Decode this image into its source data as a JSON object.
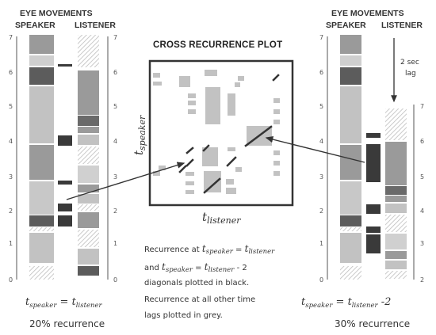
{
  "left_panel": {
    "header_line1": "EYE MOVEMENTS",
    "header_speaker": "SPEAKER",
    "header_listener": "LISTENER",
    "axis_ticks": [
      "0",
      "1",
      "2",
      "3",
      "4",
      "5",
      "6",
      "7"
    ],
    "equation": {
      "t1": "t",
      "s1": "speaker",
      "eq": " = ",
      "t2": "t",
      "s2": "listener"
    },
    "recurrence": "20% recurrence"
  },
  "center_panel": {
    "title": "CROSS RECURRENCE PLOT",
    "y_label_t": "t",
    "y_label_sub": "speaker",
    "x_label_t": "t",
    "x_label_sub": "listener",
    "desc": {
      "l1_a": "Recurrence at ",
      "l1_t1": "t",
      "l1_s1": "speaker",
      "l1_eq": " = ",
      "l1_t2": "t",
      "l1_s2": "listener",
      "l2_a": "and ",
      "l2_t1": "t",
      "l2_s1": "speaker",
      "l2_eq": " = ",
      "l2_t2": "t",
      "l2_s2": "listener",
      "l2_end": " - 2",
      "l3": "diagonals plotted in black.",
      "l4": "Recurrence at all other time",
      "l5": "lags plotted in grey."
    }
  },
  "right_panel": {
    "header_line1": "EYE MOVEMENTS",
    "header_speaker": "SPEAKER",
    "header_listener": "LISTENER",
    "lag_line1": "2 sec",
    "lag_line2": "lag",
    "speaker_ticks": [
      "0",
      "1",
      "2",
      "3",
      "4",
      "5",
      "6",
      "7"
    ],
    "listener_ticks": [
      "2",
      "3",
      "4",
      "5",
      "6",
      "7"
    ],
    "equation": {
      "t1": "t",
      "s1": "speaker",
      "eq": " = ",
      "t2": "t",
      "s2": "listener",
      "end": " -2"
    },
    "recurrence": "30% recurrence"
  },
  "colors": {
    "black": "#3a3a3a",
    "dark_grey": "#5c5c5c",
    "mid_grey": "#9a9a9a",
    "light_grey": "#c2c2c2",
    "lighter_grey": "#d8d8d8",
    "hatched": "#bdbdbd"
  }
}
